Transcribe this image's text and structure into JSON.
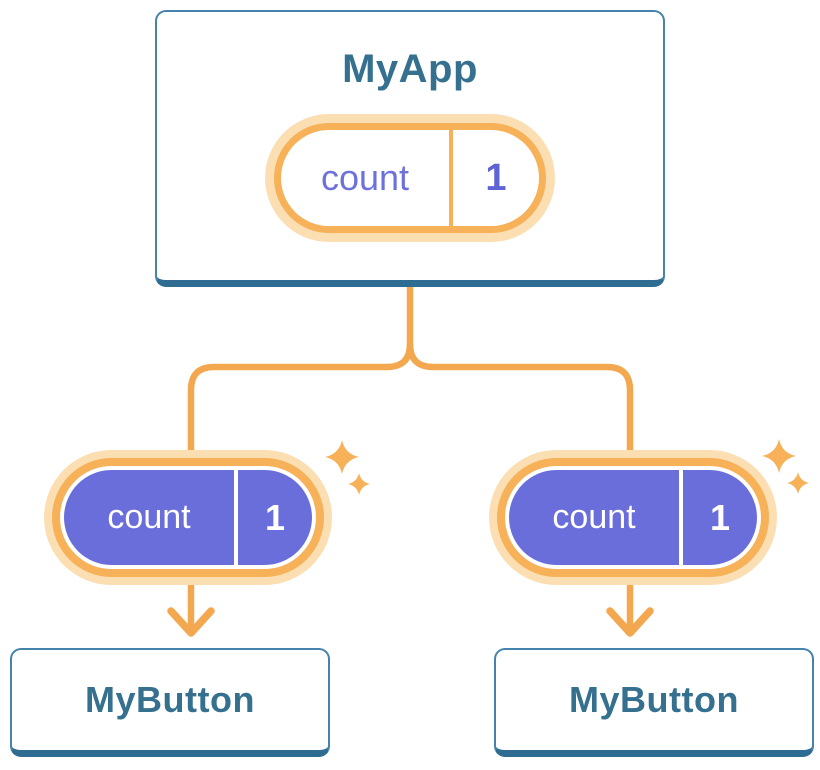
{
  "diagram": {
    "root": {
      "title": "MyApp",
      "state": {
        "name": "count",
        "value": "1"
      }
    },
    "children": [
      {
        "title": "MyButton",
        "state": {
          "name": "count",
          "value": "1"
        }
      },
      {
        "title": "MyButton",
        "state": {
          "name": "count",
          "value": "1"
        }
      }
    ],
    "colors": {
      "accent_orange": "#F3A74E",
      "accent_orange_ring": "#F6B159",
      "accent_orange_pale": "#FBDFB2",
      "state_purple_fill": "#6A6EDB",
      "state_purple_text": "#6D71DC",
      "component_text_blue": "#31708F",
      "card_border_blue": "#4583AD",
      "card_bottom_blue": "#2E6C92"
    }
  }
}
